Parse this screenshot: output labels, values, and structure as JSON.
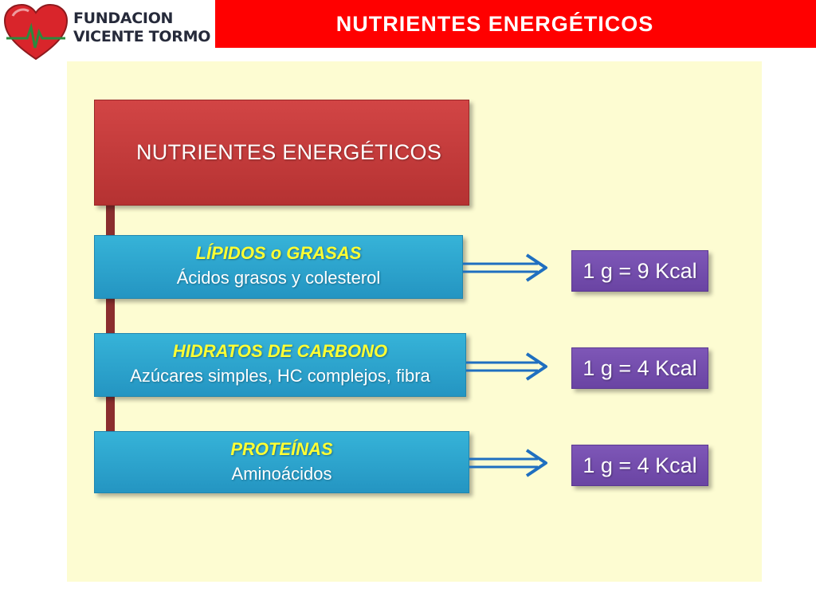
{
  "logo": {
    "line1": "FUNDACION",
    "line2": "VICENTE TORMO"
  },
  "header": {
    "title": "NUTRIENTES ENERGÉTICOS"
  },
  "diagram": {
    "main_label": "NUTRIENTES ENERGÉTICOS",
    "nutrients": [
      {
        "name": "LÍPIDOS o GRASAS",
        "detail": "Ácidos grasos y colesterol",
        "energy": "1 g = 9 Kcal"
      },
      {
        "name": "HIDRATOS DE CARBONO",
        "detail": "Azúcares simples, HC complejos, fibra",
        "energy": "1 g = 4 Kcal"
      },
      {
        "name": "PROTEÍNAS",
        "detail": "Aminoácidos",
        "energy": "1 g = 4 Kcal"
      }
    ]
  },
  "colors": {
    "header_bar": "#ff0000",
    "panel_bg": "#fdfcd2",
    "main_box": "#c03a3a",
    "nutrient_box": "#2fa6d0",
    "energy_box": "#7450ad",
    "arrow": "#1f6fc0",
    "nutrient_name": "#ffff33"
  }
}
